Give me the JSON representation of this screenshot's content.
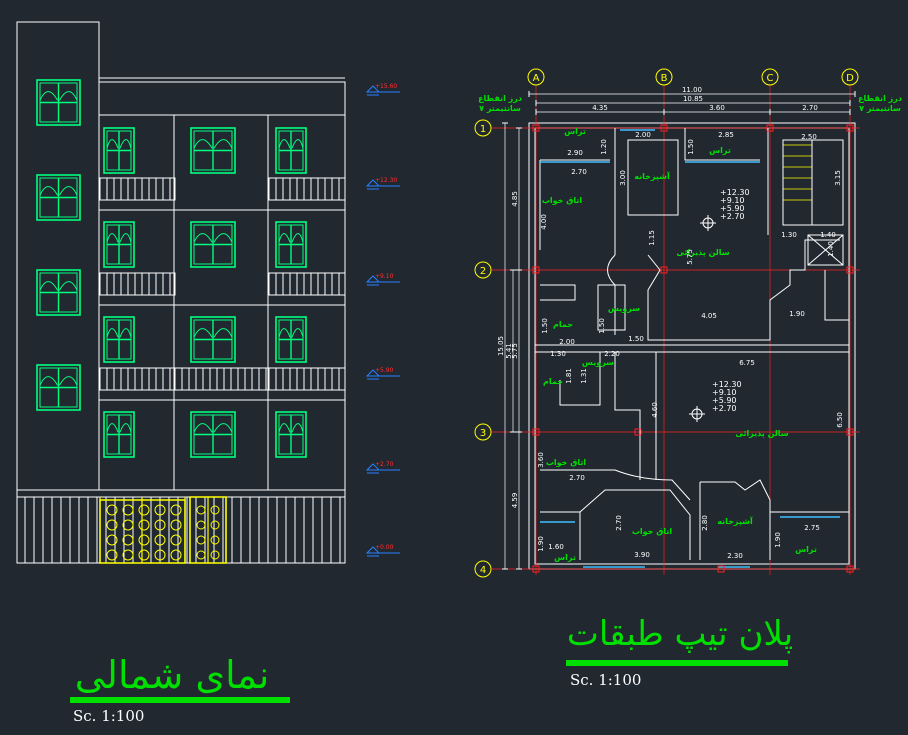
{
  "elevation": {
    "title": "نمای شمالی",
    "scale": "Sc. 1:100",
    "levels": [
      "+15.60",
      "+12.30",
      "+9.10",
      "+5.90",
      "+2.70",
      "+0.00"
    ]
  },
  "plan": {
    "title": "پلان تیپ طبقات",
    "scale": "Sc. 1:100",
    "grid_cols": [
      "A",
      "B",
      "C",
      "D"
    ],
    "grid_rows": [
      "1",
      "2",
      "3",
      "4"
    ],
    "top_dims": {
      "overall": "11.00",
      "inner": "10.85",
      "segments": [
        "4.35",
        "3.60",
        "2.70"
      ]
    },
    "left_dims": {
      "overall": "15.05",
      "inner": "5.41",
      "segments": [
        "4.85",
        "5.75",
        "4.59"
      ]
    },
    "joint_note_left": [
      "درز انقطاع",
      "۷ سانتیمتر"
    ],
    "joint_note_right": [
      "درز انقطاع",
      "۷ سانتیمتر"
    ],
    "rooms": [
      {
        "label": "تراس"
      },
      {
        "label": "تراس"
      },
      {
        "label": "آشپزخانه"
      },
      {
        "label": "اتاق خواب"
      },
      {
        "label": "سالن پذیرائی"
      },
      {
        "label": "حمام"
      },
      {
        "label": "سرویس"
      },
      {
        "label": "سرویس"
      },
      {
        "label": "حمام"
      },
      {
        "label": "سالن پذیرائی"
      },
      {
        "label": "اتاق خواب"
      },
      {
        "label": "اتاق خواب"
      },
      {
        "label": "آشپزخانه"
      },
      {
        "label": "تراس"
      },
      {
        "label": "تراس"
      }
    ],
    "inner_dims": [
      "2.00",
      "2.85",
      "2.50",
      "1.20",
      "1.50",
      "2.90",
      "2.70",
      "3.00",
      "3.15",
      "4.00",
      "1.15",
      "1.30",
      "1.40",
      "1.40",
      "4.05",
      "1.90",
      "5.75",
      "1.50",
      "1.50",
      "1.50",
      "2.00",
      "1.30",
      "2.20",
      "1.81",
      "1.31",
      "6.75",
      "4.60",
      "6.50",
      "3.60",
      "2.70",
      "2.70",
      "2.80",
      "1.60",
      "1.90",
      "3.90",
      "2.30",
      "2.75",
      "1.90"
    ],
    "level_tags": [
      [
        "+12.30",
        "+9.10",
        "+5.90",
        "+2.70"
      ],
      [
        "+12.30",
        "+9.10",
        "+5.90",
        "+2.70"
      ]
    ]
  },
  "colors": {
    "background": "#212830",
    "lines": "#ffffff",
    "accent_green": "#00e000",
    "window_green": "#00ff7f",
    "gate_yellow": "#ffff00",
    "grid_red": "#ff2020",
    "bubble_yellow": "#ffff00",
    "level_blue": "#2a7fff"
  }
}
